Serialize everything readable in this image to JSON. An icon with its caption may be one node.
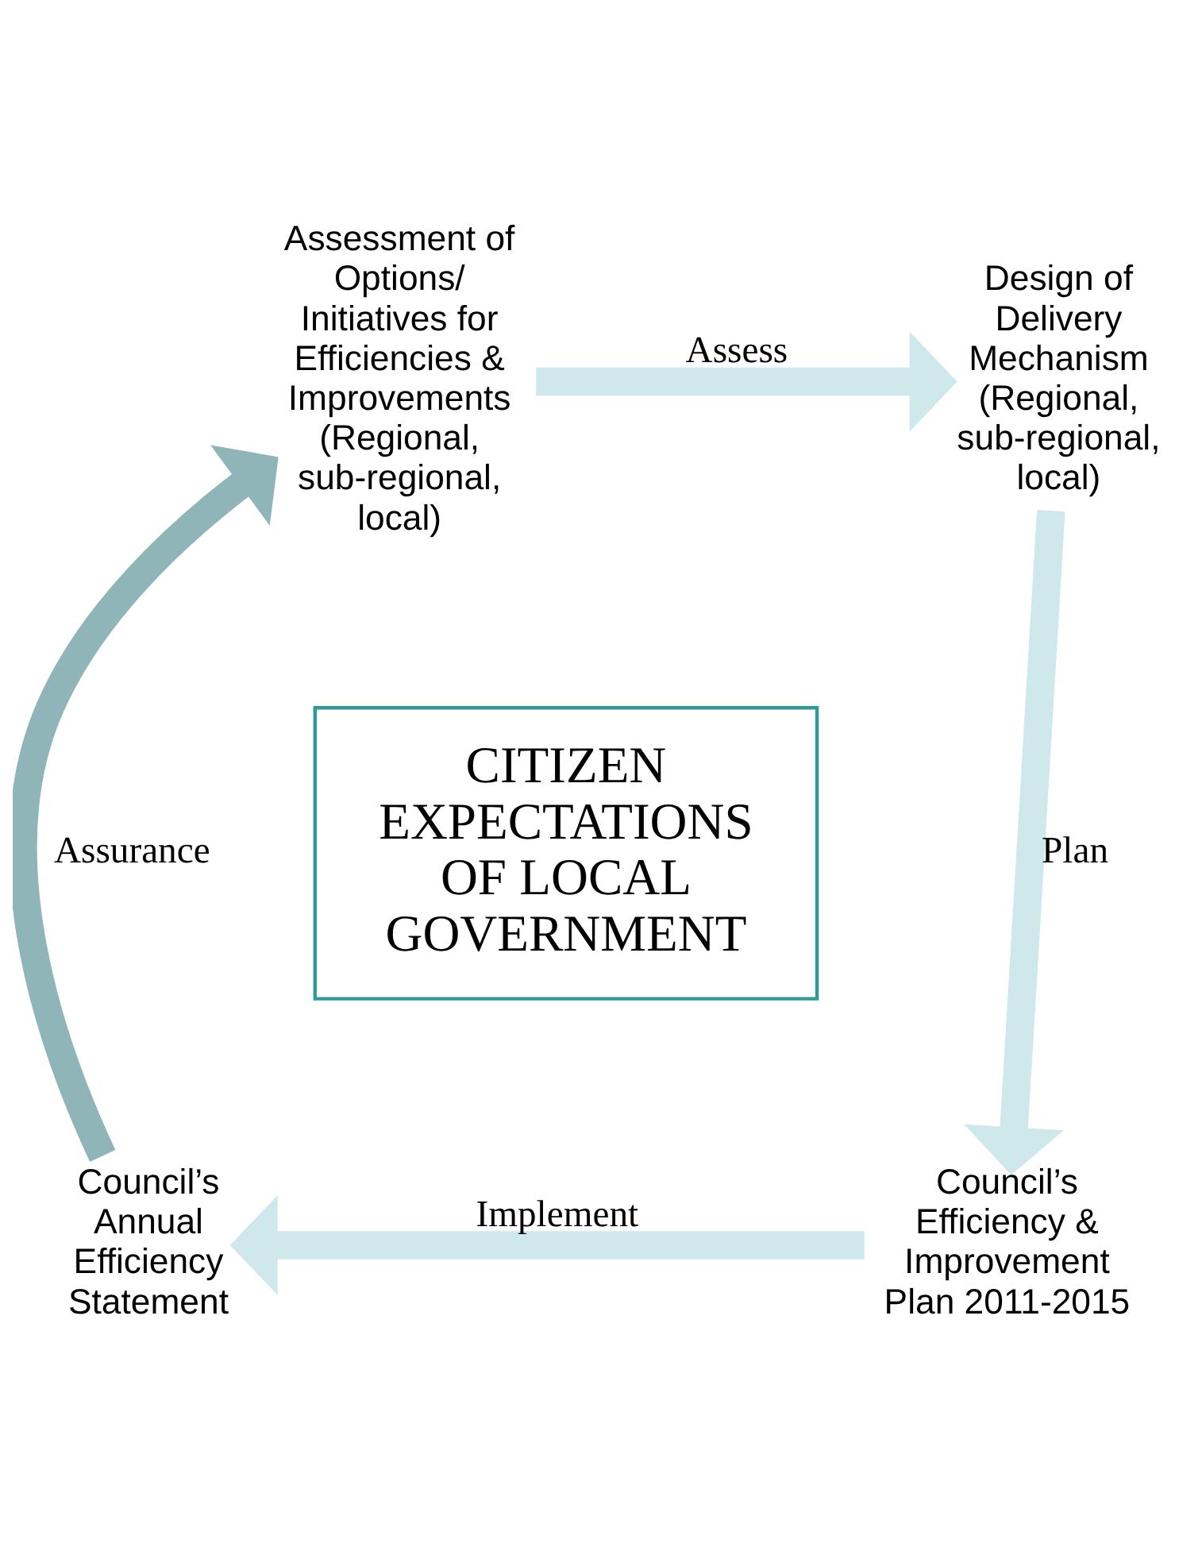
{
  "diagram": {
    "nodes": [
      {
        "text": [
          "Assessment of Options/ Initiatives for Efficiencies & Improvements (Regional, sub-regional, local)"
        ]
      },
      {
        "text": [
          "Design of Delivery Mechanism (Regional, sub-regional, local)"
        ]
      },
      {
        "text": [
          "Council’s Efficiency & Improvement Plan 2011-2015"
        ]
      },
      {
        "text": [
          "Council’s Annual Efficiency Statement"
        ]
      },
      {
        "text": [
          "CITIZEN EXPECTATIONS OF LOCAL GOVERNMENT"
        ]
      }
    ],
    "edges": [
      {
        "from": 0,
        "to": 1,
        "arrow": "to",
        "label": "Assess"
      },
      {
        "from": 1,
        "to": 2,
        "arrow": "to",
        "label": "Plan"
      },
      {
        "from": 2,
        "to": 3,
        "arrow": "to",
        "label": "Implement"
      },
      {
        "from": 3,
        "to": 0,
        "arrow": "to",
        "label": "Assurance",
        "color": "#8fb5b9"
      }
    ]
  }
}
